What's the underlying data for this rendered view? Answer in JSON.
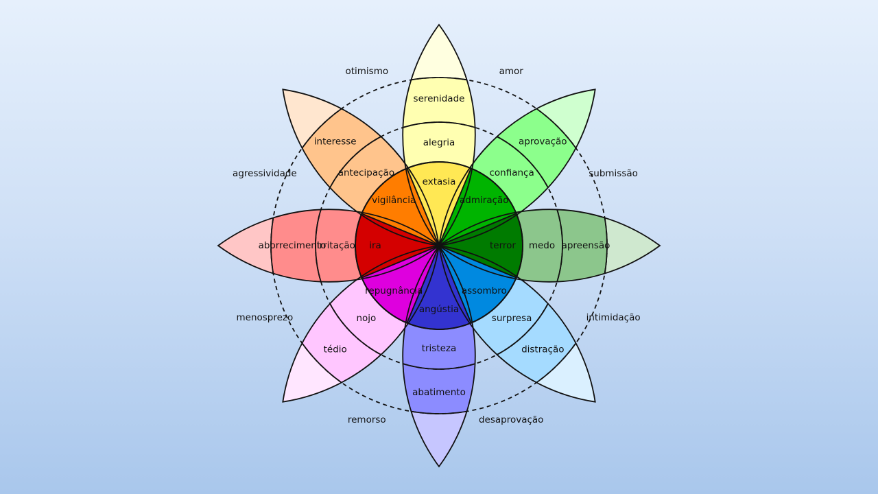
{
  "petals": [
    {
      "id": "joy",
      "angle": 0,
      "colors": [
        "#ffe854",
        "#ffff54",
        "#ffffb1",
        "#ffffe0"
      ],
      "labels": [
        "extasia",
        "alegria",
        "serenidade"
      ]
    },
    {
      "id": "trust",
      "angle": 45,
      "colors": [
        "#00b400",
        "#54ff54",
        "#8cff8c",
        "#cfffcf"
      ],
      "labels": [
        "admiração",
        "confiança",
        "aprovação"
      ]
    },
    {
      "id": "fear",
      "angle": 90,
      "colors": [
        "#007b00",
        "#009600",
        "#8cc68c",
        "#cfe8cf"
      ],
      "labels": [
        "terror",
        "medo",
        "apreensão"
      ]
    },
    {
      "id": "surprise",
      "angle": 135,
      "colors": [
        "#0089e0",
        "#59bdff",
        "#a5dbff",
        "#daf0ff"
      ],
      "labels": [
        "assombro",
        "surpresa",
        "distração"
      ]
    },
    {
      "id": "sadness",
      "angle": 180,
      "colors": [
        "#3333d0",
        "#5151ff",
        "#8c8cff",
        "#c6c6ff"
      ],
      "labels": [
        "angústia",
        "tristeza",
        "abatimento"
      ]
    },
    {
      "id": "disgust",
      "angle": 225,
      "colors": [
        "#de00de",
        "#ff54ff",
        "#ffc6ff",
        "#ffe6ff"
      ],
      "labels": [
        "repugnância",
        "nojo",
        "tédio"
      ]
    },
    {
      "id": "anger",
      "angle": 270,
      "colors": [
        "#d40000",
        "#ff0000",
        "#ff8c8c",
        "#ffc6c6"
      ],
      "labels": [
        "ira",
        "irritação",
        "aborrecimento"
      ]
    },
    {
      "id": "anticipation",
      "angle": 315,
      "colors": [
        "#ff7d00",
        "#ffa854",
        "#ffc48c",
        "#ffe6cf"
      ],
      "labels": [
        "vigilância",
        "antecipação",
        "interesse"
      ]
    }
  ],
  "dyads": [
    {
      "id": "love",
      "angle": 22.5,
      "label": "amor"
    },
    {
      "id": "submission",
      "angle": 67.5,
      "label": "submissão"
    },
    {
      "id": "awe",
      "angle": 112.5,
      "label": "intimidação"
    },
    {
      "id": "disapproval",
      "angle": 157.5,
      "label": "desaprovação"
    },
    {
      "id": "remorse",
      "angle": 202.5,
      "label": "remorso"
    },
    {
      "id": "contempt",
      "angle": 247.5,
      "label": "menosprezo"
    },
    {
      "id": "aggressiveness",
      "angle": 292.5,
      "label": "agressividade"
    },
    {
      "id": "optimism",
      "angle": 337.5,
      "label": "otimismo"
    }
  ]
}
